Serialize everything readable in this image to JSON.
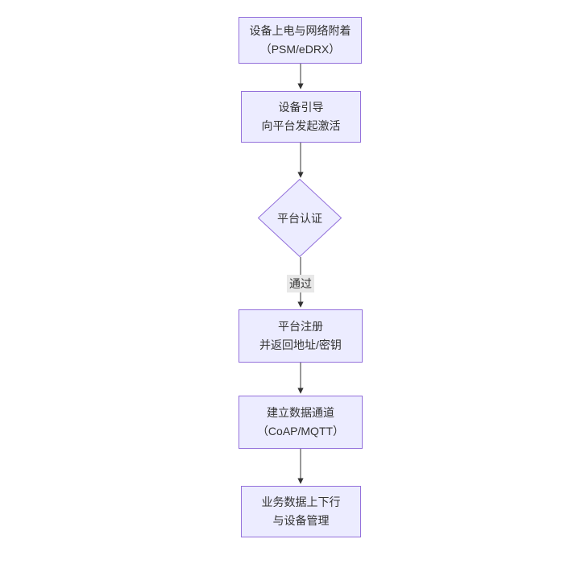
{
  "colors": {
    "background": "#ffffff",
    "node_fill": "#ececff",
    "node_border": "#9370db",
    "text": "#333333",
    "arrow": "#333333",
    "edge_label_background": "#e8e8e8"
  },
  "flowchart": {
    "direction": "top-down",
    "nodes": [
      {
        "id": "power-network-attach",
        "shape": "rect",
        "lines": [
          "设备上电与网络附着",
          "（PSM/eDRX）"
        ]
      },
      {
        "id": "device-bootstrap",
        "shape": "rect",
        "lines": [
          "设备引导",
          "向平台发起激活"
        ]
      },
      {
        "id": "platform-auth",
        "shape": "diamond",
        "lines": [
          "平台认证"
        ]
      },
      {
        "id": "platform-register",
        "shape": "rect",
        "lines": [
          "平台注册",
          "并返回地址/密钥"
        ]
      },
      {
        "id": "data-channel",
        "shape": "rect",
        "lines": [
          "建立数据通道",
          "（CoAP/MQTT）"
        ]
      },
      {
        "id": "business-data",
        "shape": "rect",
        "lines": [
          "业务数据上下行",
          "与设备管理"
        ]
      }
    ],
    "edges": [
      {
        "from": "power-network-attach",
        "to": "device-bootstrap",
        "label": ""
      },
      {
        "from": "device-bootstrap",
        "to": "platform-auth",
        "label": ""
      },
      {
        "from": "platform-auth",
        "to": "platform-register",
        "label": "通过"
      },
      {
        "from": "platform-register",
        "to": "data-channel",
        "label": ""
      },
      {
        "from": "data-channel",
        "to": "business-data",
        "label": ""
      }
    ]
  }
}
